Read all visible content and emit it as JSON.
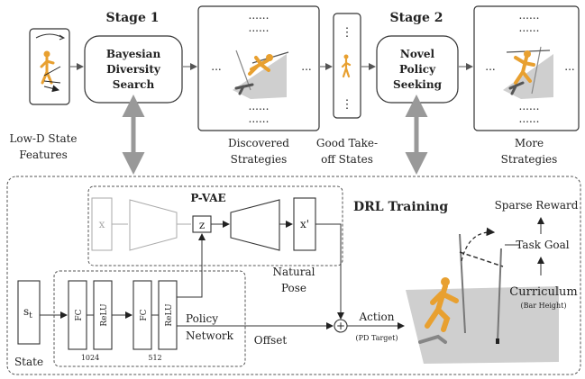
{
  "stage1": {
    "title": "Stage 1",
    "box": [
      "Bayesian",
      "Diversity",
      "Search"
    ]
  },
  "stage2": {
    "title": "Stage 2",
    "box": [
      "Novel",
      "Policy",
      "Seeking"
    ]
  },
  "lowd": [
    "Low-D State",
    "Features"
  ],
  "discovered": [
    "Discovered",
    "Strategies"
  ],
  "goodtakeoff": [
    "Good Take-",
    "off States"
  ],
  "more": [
    "More",
    "Strategies"
  ],
  "dots_h": "......",
  "dots_mid": "...",
  "dots_v": "⋮",
  "drl_title": "DRL Training",
  "pvae": {
    "title": "P-VAE",
    "x": "x",
    "z": "z",
    "xprime": "x'"
  },
  "natural_pose": [
    "Natural",
    "Pose"
  ],
  "state_block": {
    "st": "s",
    "st_sub": "t",
    "state": "State"
  },
  "fc": "FC",
  "relu": "ReLU",
  "n1024": "1024",
  "n512": "512",
  "policy_network": [
    "Policy",
    "Network"
  ],
  "offset": "Offset",
  "plus": "+",
  "action": "Action",
  "pd_target": "(PD Target)",
  "sparse_reward": "Sparse Reward",
  "task_goal": "Task Goal",
  "curriculum": "Curriculum",
  "bar_height": "(Bar Height)",
  "colors": {
    "gray_arrow": "#999999",
    "figure": "#e8a030",
    "ground": "#cfcfcf"
  }
}
